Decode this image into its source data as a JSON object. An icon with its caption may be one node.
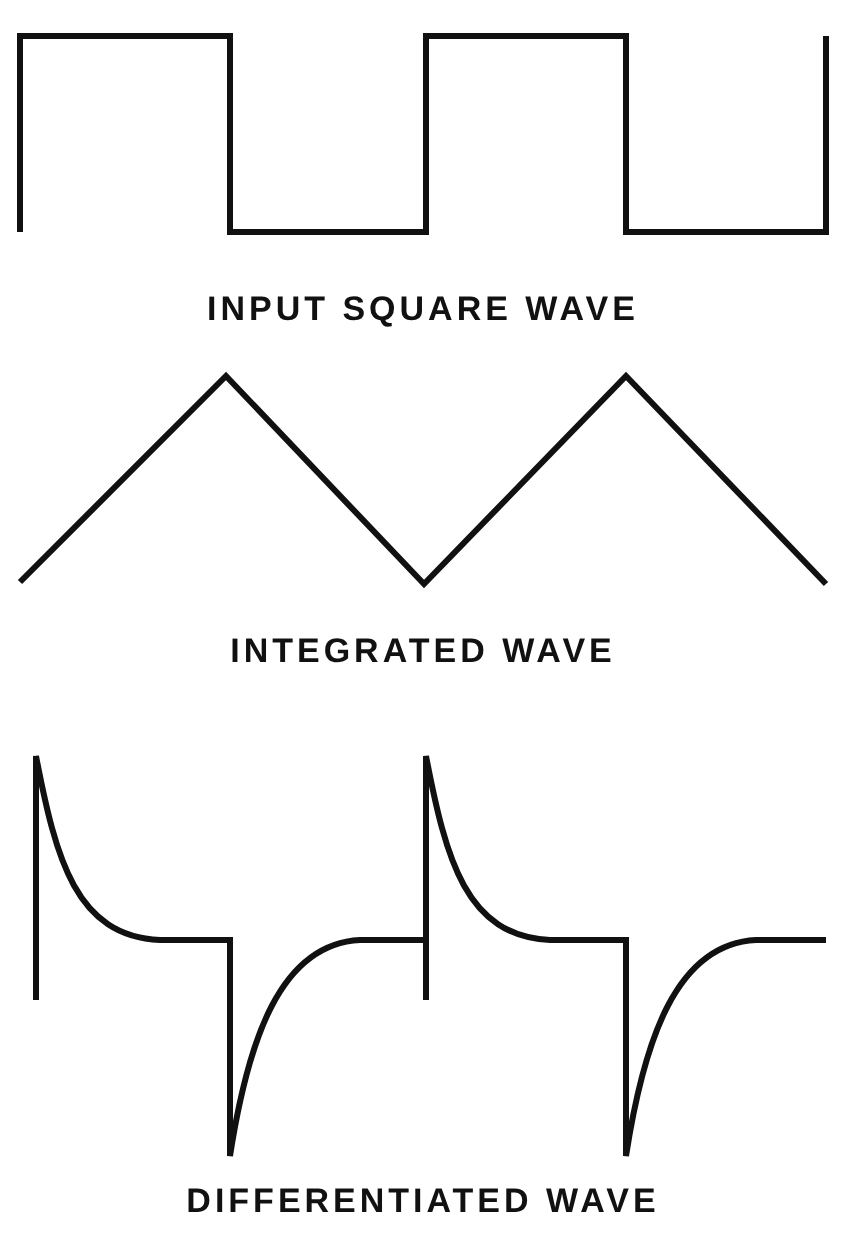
{
  "diagram": {
    "labels": [
      "INPUT SQUARE WAVE",
      "INTEGRATED WAVE",
      "DIFFERENTIATED WAVE"
    ]
  }
}
